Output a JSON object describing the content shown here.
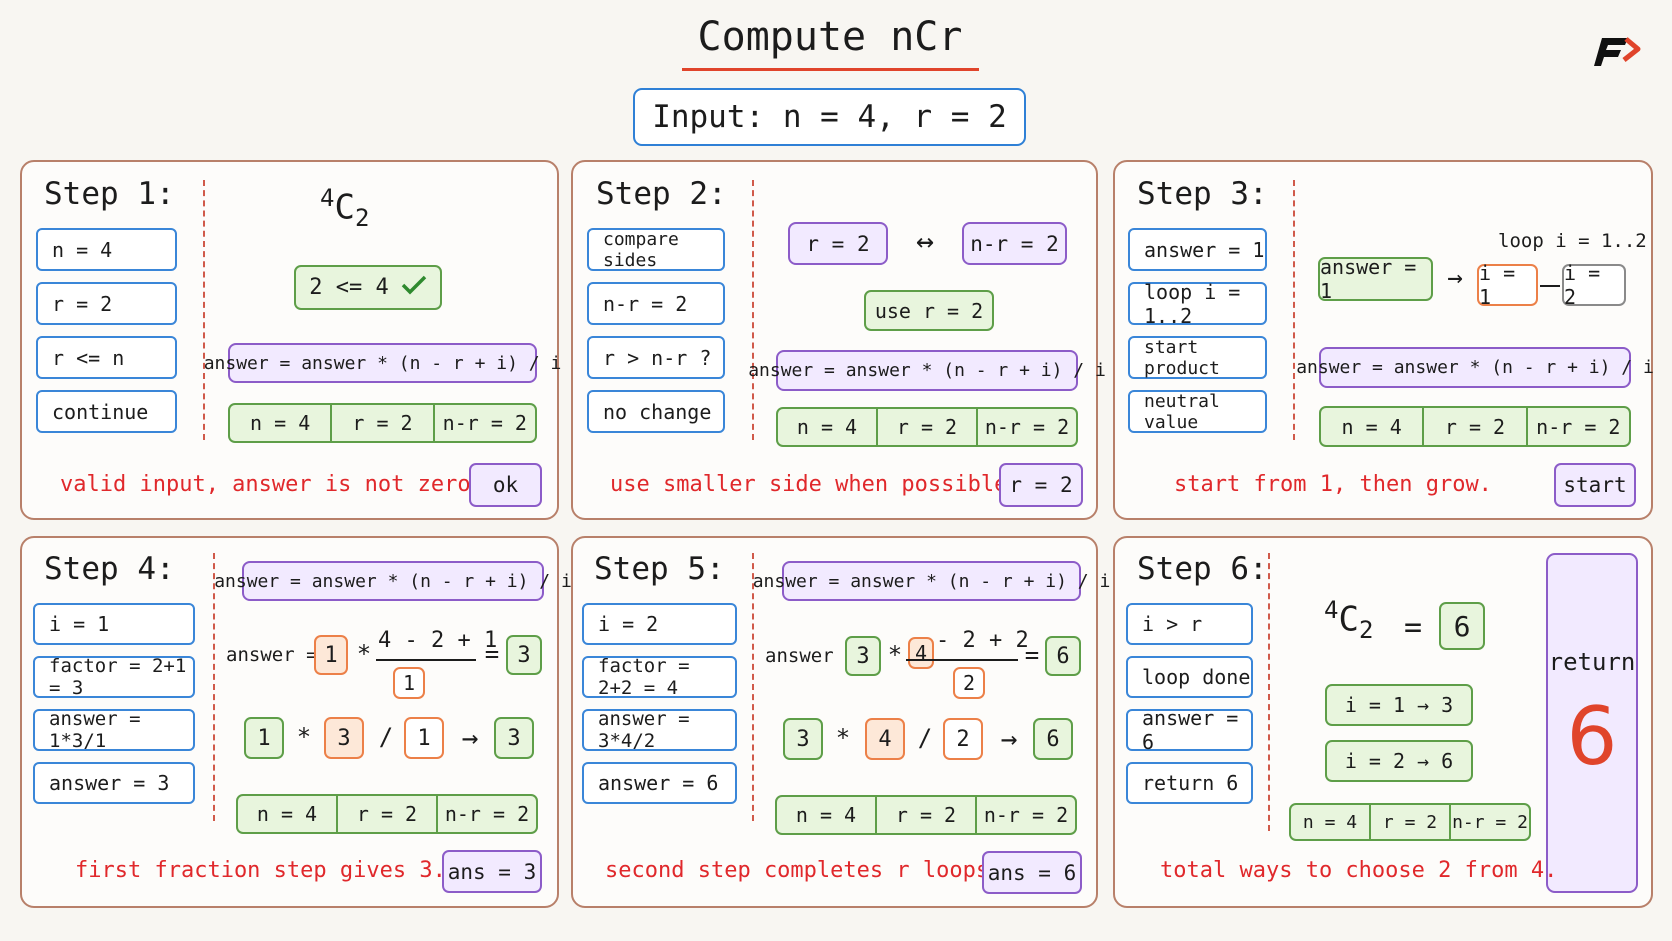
{
  "title": "Compute nCr",
  "input": "Input:  n = 4, r = 2",
  "colors": {
    "accent_red": "#e0282b",
    "blue": "#3a86d8",
    "purple": "#8c5cc8",
    "green": "#5e9e48",
    "orange": "#ec8048"
  },
  "logo_icon": "brand-logo-icon",
  "panel1": {
    "title": "Step 1:",
    "boxes": [
      "n = 4",
      "r = 2",
      "r <= n",
      "continue"
    ],
    "ncr": {
      "sup": "4",
      "base": "C",
      "sub": "2"
    },
    "check": "2 <= 4",
    "formula": "answer = answer * (n - r + i) / i",
    "tri": [
      "n = 4",
      "r = 2",
      "n-r = 2"
    ],
    "note": "valid input, answer is not zero.",
    "button": "ok"
  },
  "panel2": {
    "title": "Step 2:",
    "boxes": [
      "compare sides",
      "n-r = 2",
      "r > n-r ?",
      "no change"
    ],
    "left": "r = 2",
    "arrow": "↔",
    "right": "n-r = 2",
    "use": "use r = 2",
    "formula": "answer = answer * (n - r + i) / i",
    "tri": [
      "n = 4",
      "r = 2",
      "n-r = 2"
    ],
    "note": "use smaller side when possible.",
    "button": "r = 2"
  },
  "panel3": {
    "title": "Step 3:",
    "boxes": [
      "answer = 1",
      "loop i = 1..2",
      "start product",
      "neutral value"
    ],
    "loop_label": "loop i = 1..2",
    "answer": "answer = 1",
    "arrow": "→",
    "i1": "i = 1",
    "i2": "i = 2",
    "formula": "answer = answer * (n - r + i) / i",
    "tri": [
      "n = 4",
      "r = 2",
      "n-r = 2"
    ],
    "note": "start from 1, then grow.",
    "button": "start"
  },
  "panel4": {
    "title": "Step 4:",
    "boxes": [
      "i = 1",
      "factor = 2+1 = 3",
      "answer = 1*3/1",
      "answer = 3"
    ],
    "formula": "answer = answer * (n - r + i) / i",
    "eq_label": "answer =",
    "prev": "1",
    "times": "*",
    "numerator": "4 - 2 + 1",
    "denominator": "1",
    "equals": "=",
    "result": "3",
    "row": [
      "1",
      "*",
      "3",
      "/",
      "1",
      "→",
      "3"
    ],
    "tri": [
      "n = 4",
      "r = 2",
      "n-r = 2"
    ],
    "note": "first fraction step gives 3.",
    "button": "ans = 3"
  },
  "panel5": {
    "title": "Step 5:",
    "boxes": [
      "i = 2",
      "factor = 2+2 = 4",
      "answer = 3*4/2",
      "answer = 6"
    ],
    "formula": "answer = answer * (n - r + i) / i",
    "eq_label": "answer =",
    "prev": "3",
    "times": "*",
    "num_highlight": "4",
    "numerator": "- 2 + 2",
    "denominator": "2",
    "equals": "=",
    "result": "6",
    "row": [
      "3",
      "*",
      "4",
      "/",
      "2",
      "→",
      "6"
    ],
    "tri": [
      "n = 4",
      "r = 2",
      "n-r = 2"
    ],
    "note": "second step completes r loops.",
    "button": "ans = 6"
  },
  "panel6": {
    "title": "Step 6:",
    "boxes": [
      "i > r",
      "loop done",
      "answer = 6",
      "return 6"
    ],
    "ncr": {
      "sup": "4",
      "base": "C",
      "sub": "2"
    },
    "equals": "=",
    "value": "6",
    "steps": [
      "i = 1  → 3",
      "i = 2  → 6"
    ],
    "tri": [
      "n = 4",
      "r = 2",
      "n-r = 2"
    ],
    "note": "total ways to choose 2 from 4.",
    "return_label": "return",
    "return_value": "6"
  }
}
